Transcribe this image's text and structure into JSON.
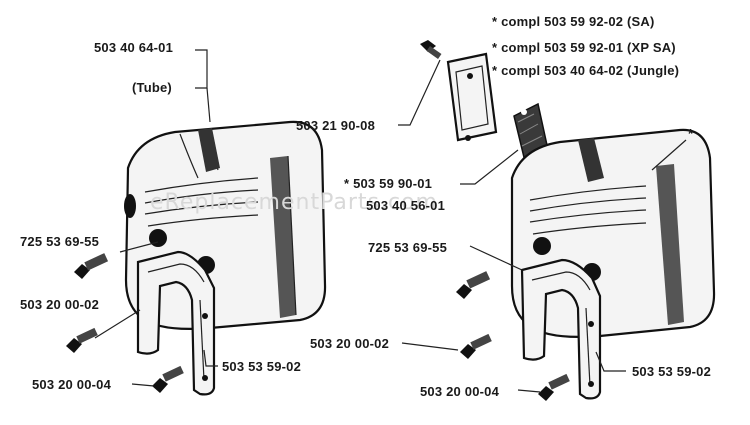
{
  "labels": {
    "left_top_part": "503 40 64-01",
    "left_top_note": "(Tube)",
    "left_screw": "725 53 69-55",
    "left_bolt_mid": "503 20 00-02",
    "left_bolt_low": "503 20 00-04",
    "left_bracket": "503 53 59-02",
    "gasket_part": "503 21 90-08",
    "screen_part_a": "* 503 59 90-01",
    "screen_part_b": "503 40 56-01",
    "compl_sa": "* compl 503 59 92-02 (SA)",
    "compl_xpsa": "* compl 503 59 92-01 (XP SA)",
    "compl_jungle": "* compl 503 40 64-02 (Jungle)",
    "right_star": "*",
    "right_screw": "725 53 69-55",
    "right_bolt_mid": "503 20 00-02",
    "right_bolt_low": "503 20 00-04",
    "right_bracket": "503 53 59-02"
  },
  "watermark": "eReplacementParts.com"
}
